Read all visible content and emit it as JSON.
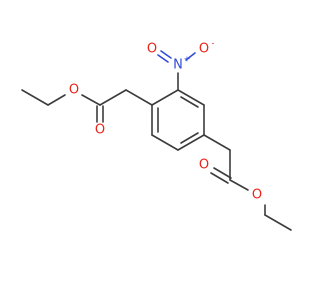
{
  "molecule": {
    "atoms": {
      "nitro_n": "N",
      "nitro_n_charge": "+",
      "nitro_o_top": "O",
      "nitro_o_right": "O",
      "nitro_o_right_charge": "-",
      "ester1_carbonyl_o": "O",
      "ester1_ether_o": "O",
      "ester2_carbonyl_o": "O",
      "ester2_ether_o": "O"
    },
    "colors": {
      "carbon_bond": "#3c3c3c",
      "oxygen": "#e8241b",
      "nitrogen": "#2f4bd8"
    }
  }
}
